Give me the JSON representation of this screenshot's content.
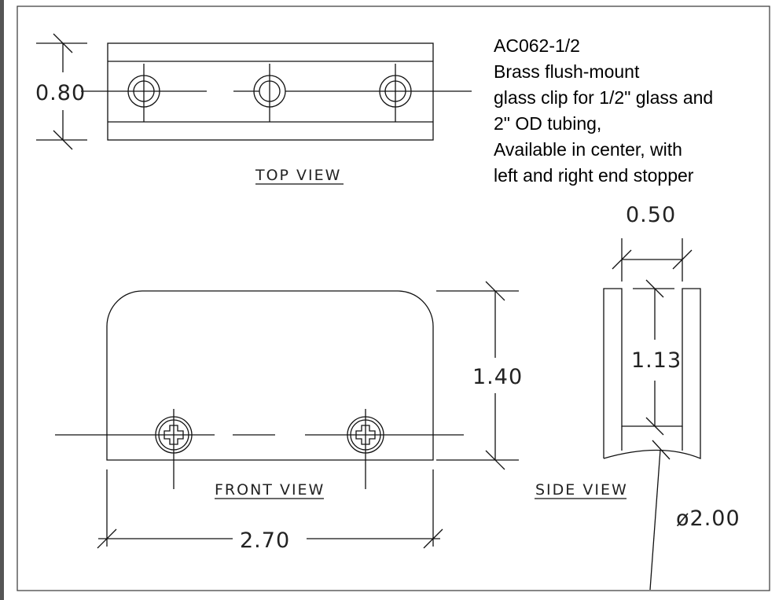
{
  "title": {
    "part_number": "AC062-1/2",
    "lines": [
      "Brass flush-mount",
      "glass clip for 1/2\" glass and",
      "2\" OD tubing,",
      "Available in center, with",
      "left and right end stopper"
    ]
  },
  "top_view": {
    "label": "TOP VIEW",
    "height_dim": "0.80"
  },
  "front_view": {
    "label": "FRONT VIEW",
    "height_dim": "1.40",
    "width_dim": "2.70"
  },
  "side_view": {
    "label": "SIDE VIEW",
    "width_dim": "0.50",
    "depth_dim": "1.13",
    "tube_dim": "ø2.00"
  }
}
